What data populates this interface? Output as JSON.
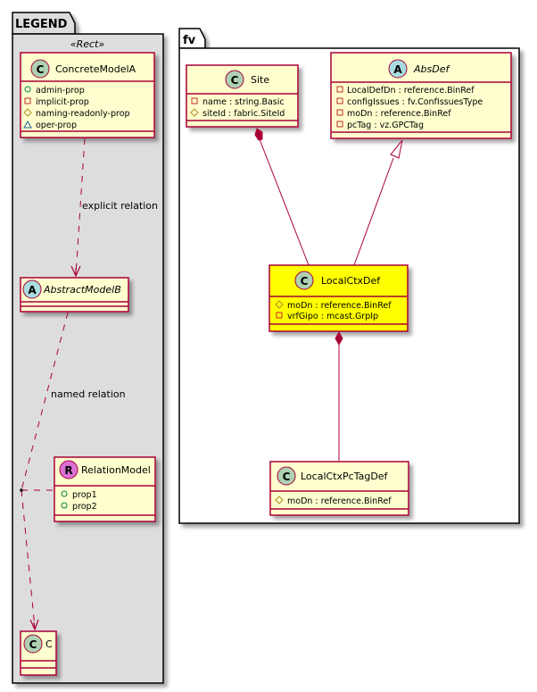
{
  "colors": {
    "class_fill": "#FEFECE",
    "class_border": "#A80036",
    "highlight_fill": "#FFFF00",
    "legend_fill": "#DDDDDD",
    "spot_class": "#ADD1B2",
    "spot_abstract": "#A9DCDF",
    "spot_relation": "#DA70D6",
    "visibility_public": "#038048",
    "visibility_private": "#C82930",
    "visibility_protected": "#B38D22",
    "visibility_package": "#1963A0"
  },
  "legend": {
    "title": "LEGEND",
    "stereotype": "«Rect»",
    "concrete_model": {
      "name": "ConcreteModelA",
      "spot": "C",
      "attributes": [
        {
          "vis": "public-icon",
          "text": "admin-prop"
        },
        {
          "vis": "private-icon",
          "text": "implicit-prop"
        },
        {
          "vis": "protected-icon",
          "text": "naming-readonly-prop"
        },
        {
          "vis": "package-icon",
          "text": "oper-prop"
        }
      ]
    },
    "abstract_model": {
      "name": "AbstractModelB",
      "spot": "A"
    },
    "relation_model": {
      "name": "RelationModel",
      "spot": "R",
      "attributes": [
        {
          "vis": "public-icon",
          "text": "prop1"
        },
        {
          "vis": "public-icon",
          "text": "prop2"
        }
      ]
    },
    "class_c": {
      "name": "C",
      "spot": "C"
    },
    "edges": {
      "explicit": "explicit relation",
      "named": "named relation"
    }
  },
  "package": {
    "title": "fv",
    "classes": {
      "site": {
        "name": "Site",
        "spot": "C",
        "attributes": [
          {
            "vis": "private-icon",
            "text": "name : string.Basic"
          },
          {
            "vis": "protected-icon",
            "text": "siteId : fabric.SiteId"
          }
        ]
      },
      "absdef": {
        "name": "AbsDef",
        "spot": "A",
        "attributes": [
          {
            "vis": "private-icon",
            "text": "LocalDefDn : reference.BinRef"
          },
          {
            "vis": "private-icon",
            "text": "configIssues : fv.ConfIssuesType"
          },
          {
            "vis": "private-icon",
            "text": "moDn : reference.BinRef"
          },
          {
            "vis": "private-icon",
            "text": "pcTag : vz.GPCTag"
          }
        ]
      },
      "localctxdef": {
        "name": "LocalCtxDef",
        "spot": "C",
        "attributes": [
          {
            "vis": "protected-icon",
            "text": "moDn : reference.BinRef"
          },
          {
            "vis": "private-icon",
            "text": "vrfGipo : mcast.GrpIp"
          }
        ]
      },
      "localctxpctagdef": {
        "name": "LocalCtxPcTagDef",
        "spot": "C",
        "attributes": [
          {
            "vis": "protected-icon",
            "text": "moDn : reference.BinRef"
          }
        ]
      }
    }
  }
}
